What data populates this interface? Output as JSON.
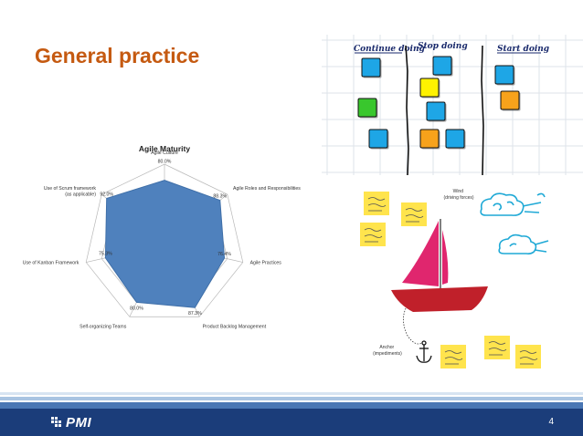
{
  "slide": {
    "title": "General practice",
    "page_number": "4",
    "logo_text": "PMI",
    "colors": {
      "title": "#c55a11",
      "footer": "#1b3d7a",
      "radar_fill": "#4f81bd",
      "sticky_blue": "#1ea6e6",
      "sticky_yellow": "#fff200",
      "sticky_orange": "#f7a21b",
      "sticky_green": "#39c72d",
      "sail": "#e0266e",
      "hull": "#c0202a",
      "cloud": "#1fa9d6",
      "note_yellow": "#ffe44d"
    }
  },
  "chart_data": {
    "type": "radar",
    "title": "Agile Maturity",
    "categories": [
      "Agile Culture",
      "Agile Roles and Responsibilities",
      "Agile Practices",
      "Product Backlog Management",
      "Self-organizing Teams",
      "Use of Kanban Framework",
      "Use of Scrum framework (as applicable)"
    ],
    "values": [
      80.0,
      88.3,
      76.4,
      87.3,
      80.0,
      75.3,
      92.0
    ],
    "value_labels": [
      "80.0%",
      "88.3%",
      "76.4%",
      "87.3%",
      "80.0%",
      "75.3%",
      "92.0%"
    ],
    "range": [
      0,
      100
    ],
    "grid": true
  },
  "retro": {
    "columns": [
      "Continue doing",
      "Stop doing",
      "Start doing"
    ],
    "icon": "sticky-note-icon"
  },
  "sailboat": {
    "wind_label": "Wind\n(driving forces)",
    "anchor_label": "Anchor\n(impediments)",
    "icons": [
      "sailboat-icon",
      "cloud-icon",
      "anchor-icon",
      "sticky-note-icon"
    ]
  }
}
